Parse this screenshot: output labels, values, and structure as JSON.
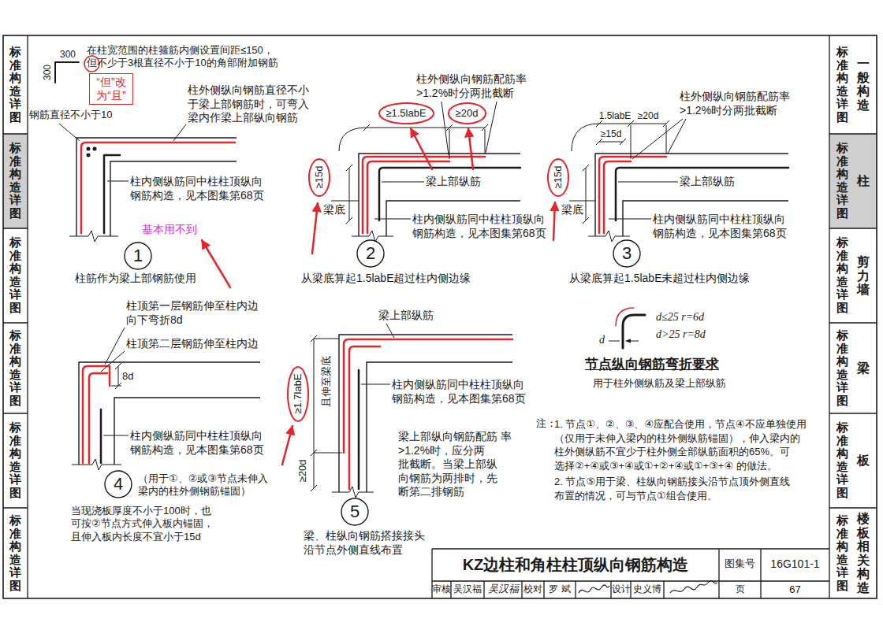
{
  "diagram": {
    "title": "KZ边柱和角柱柱顶纵向钢筋构造",
    "nodes": [
      {
        "text": [
          "“但”改 为“且”"
        ]
      },
      {
        "text": [
          "≥1.5labE"
        ]
      },
      {
        "text": [
          "≥20d"
        ]
      },
      {
        "text": [
          "≥15d"
        ]
      },
      {
        "text": [
          "≥15d"
        ]
      },
      {
        "text": [
          "≥1.7labE"
        ]
      },
      {
        "text": [
          "1"
        ]
      },
      {
        "text": [
          "2"
        ]
      },
      {
        "text": [
          "3"
        ]
      },
      {
        "text": [
          "4"
        ]
      },
      {
        "text": [
          "5"
        ]
      }
    ],
    "labels": [
      "标准构造详图",
      "标准构造详图",
      "标准构造详图",
      "标准构造详图",
      "标准构造详图",
      "标准构造详图",
      "标准构造详图",
      "一般构造",
      "标准构造详图",
      "柱",
      "标准构造详图",
      "剪力墙",
      "标准构造详图",
      "梁",
      "标准构造详图",
      "板",
      "标准构造详图",
      "楼板相关构造",
      "300",
      "300",
      "在柱宽范围的柱箍筋内侧设置间距≤150， 但不少于3根直径不小于10的角部附加钢筋",
      "钢筋直径不小于10",
      "柱外侧纵向钢筋直径不小 于梁上部钢筋时，可弯入 梁内作梁上部纵向钢筋",
      "柱内侧纵筋同中柱柱顶纵向 钢筋构造，见本图集第68页",
      "基本用不到",
      "柱筋作为梁上部钢筋使用",
      "柱外侧纵向钢筋配筋率 >1.2%时分两批截断",
      "梁底",
      "梁上部纵筋",
      "柱内侧纵筋同中柱柱顶纵向 钢筋构造，见本图集第68页",
      "从梁底算起1.5labE超过柱内侧边缘",
      "1.5labE",
      "≥20d",
      "≥15d",
      "柱外侧纵向钢筋配筋率 >1.2%时分两批截断",
      "梁底",
      "梁上部纵筋",
      "柱内侧纵筋同中柱柱顶纵向 钢筋构造，见本图集第68页",
      "从梁底算起1.5labE未超过柱内侧边缘",
      "柱顶第一层钢筋伸至柱内边 向下弯折8d",
      "柱顶第二层钢筋伸至柱内边",
      "8d",
      "柱内侧纵筋同中柱柱顶纵向 钢筋构造，见本图集第68页",
      "（用于①、②或③节点未伸入 梁内的柱外侧钢筋锚固）",
      "当现浇板厚度不小于100时，也 可按②节点方式伸入板内锚固， 且伸入板内长度不宜小于15d",
      "梁上部纵筋",
      "且伸至梁底",
      "≥20d",
      "柱内侧纵筋同中柱柱顶纵向 钢筋构造，见本图集第68页",
      "梁上部纵向钢筋配筋 率>1.2%时，应分两 批截断。当梁上部纵 向钢筋为两排时，先 断第二排钢筋",
      "梁、柱纵向钢筋搭接接头 沿节点外侧直线布置",
      "d",
      "d≤25 r=6d",
      "d>25 r=8d",
      "节点纵向钢筋弯折要求",
      "用于柱外侧纵筋及梁上部纵筋",
      "注：",
      "1. 节点①、②、③、④应配合使用，节点④不应单独使用 （仅用于未伸入梁内的柱外侧纵筋锚固），伸入梁内的 柱外侧纵筋不宜少于柱外侧全部纵筋面积的65%。可 选择②+④或③+④或①+②+④或①+③+④ 的做法。",
      "2. 节点⑤用于梁、柱纵向钢筋接头沿节点顶外侧直线 布置的情况，可与节点①组合使用。",
      "图集号",
      "16G101-1",
      "审核",
      "吴汉福",
      "吴汉福",
      "校对",
      "罗 斌",
      "设计",
      "史义博",
      "页",
      "67"
    ]
  }
}
